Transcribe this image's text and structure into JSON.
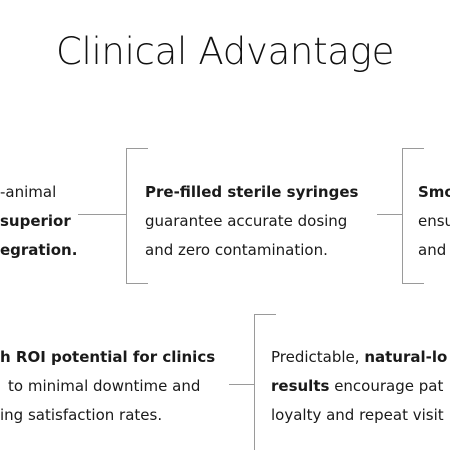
{
  "title": "Clinical Advantage",
  "cards": {
    "c1": {
      "l1": "-animal",
      "l2_bold": "superior",
      "l3_bold": "egration."
    },
    "c2": {
      "l1_bold": "Pre-filled sterile syringes",
      "l2": "guarantee accurate dosing",
      "l3": "and zero contamination."
    },
    "c3": {
      "l1_bold": "Smo",
      "l2": "ensu",
      "l3": "and"
    },
    "c4": {
      "l1_bold": "h ROI potential for clinics",
      "l2": "to minimal downtime and",
      "l3": "ing satisfaction rates."
    },
    "c5": {
      "l1_pre": "Predictable, ",
      "l1_bold": "natural-lo",
      "l2_bold": "results",
      "l2_post": " encourage pat",
      "l3": "loyalty and repeat visit"
    }
  }
}
